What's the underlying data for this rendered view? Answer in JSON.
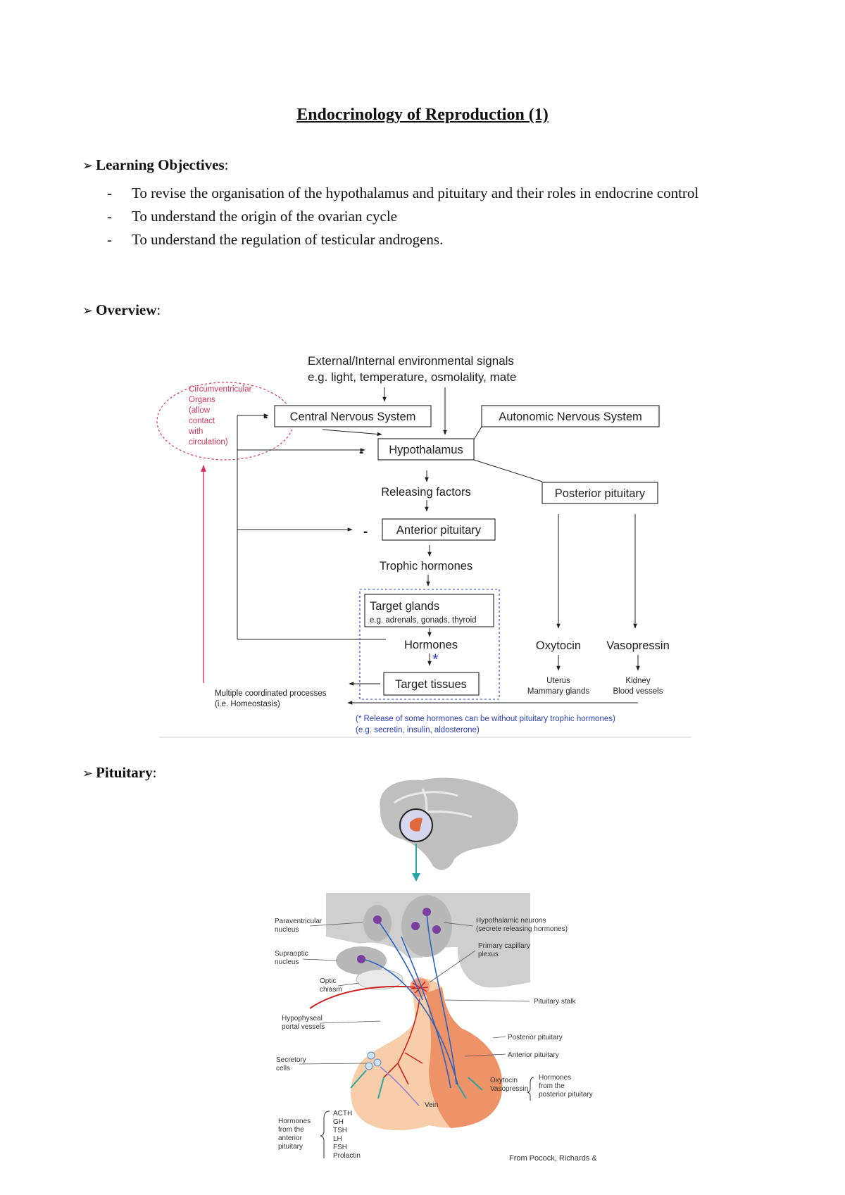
{
  "title": "Endocrinology of Reproduction (1)",
  "sections": {
    "objectives": {
      "heading": "Learning Objectives",
      "colon": ":",
      "items": [
        "To revise the organisation of the hypothalamus and pituitary and their roles in endocrine control",
        "To understand the origin of the ovarian cycle",
        "To understand the regulation of testicular androgens."
      ]
    },
    "overview": {
      "heading": "Overview",
      "colon": ":"
    },
    "pituitary": {
      "heading": "Pituitary",
      "colon": ":"
    }
  },
  "overview_diagram": {
    "signals_line1": "External/Internal environmental signals",
    "signals_line2": "e.g. light, temperature, osmolality, mate",
    "cvo": [
      "Circumventricular",
      "Organs",
      "(allow",
      "contact",
      "with",
      "circulation)"
    ],
    "cns": "Central Nervous System",
    "ans": "Autonomic Nervous System",
    "hypothalamus": "Hypothalamus",
    "releasing": "Releasing factors",
    "posterior": "Posterior pituitary",
    "anterior": "Anterior pituitary",
    "trophic": "Trophic hormones",
    "target_glands": "Target glands",
    "target_glands_eg": "e.g. adrenals, gonads, thyroid",
    "hormones": "Hormones",
    "target_tissues": "Target tissues",
    "oxytocin": "Oxytocin",
    "vasopressin": "Vasopressin",
    "uterus": "Uterus",
    "mammary": "Mammary glands",
    "kidney": "Kidney",
    "blood_vessels": "Blood vessels",
    "multiple": "Multiple coordinated processes",
    "homeostasis": "(i.e. Homeostasis)",
    "minus": "-",
    "star": "*",
    "note1": "(* Release of some hormones can be without  pituitary trophic hormones)",
    "note2": "(e.g. secretin, insulin, aldosterone)",
    "colors": {
      "red": "#d8345a",
      "blue": "#2b3fd1"
    }
  },
  "pituitary_diagram": {
    "paraventricular": [
      "Paraventricular",
      "nucleus"
    ],
    "supraoptic": [
      "Supraoptic",
      "nucleus"
    ],
    "optic": [
      "Optic",
      "chiasm"
    ],
    "hypophyseal": [
      "Hypophyseal",
      "portal vessels"
    ],
    "secretory": [
      "Secretory",
      "cells"
    ],
    "hypothalamic_neurons": [
      "Hypothalamic neurons",
      "(secrete releasing hormones)"
    ],
    "primary_capillary": [
      "Primary capillary",
      "plexus"
    ],
    "stalk": "Pituitary stalk",
    "posterior": "Posterior pituitary",
    "anterior": "Anterior pituitary",
    "oxytocin": "Oxytocin",
    "vasopressin": "Vasopressin",
    "hormones_posterior": [
      "Hormones",
      "from the",
      "posterior pituitary"
    ],
    "vein": "Vein",
    "hormones_anterior": [
      "Hormones",
      "from the",
      "anterior",
      "pituitary"
    ],
    "anterior_list": [
      "ACTH",
      "GH",
      "TSH",
      "LH",
      "FSH",
      "Prolactin"
    ],
    "credit": "From Pocock, Richards &"
  }
}
